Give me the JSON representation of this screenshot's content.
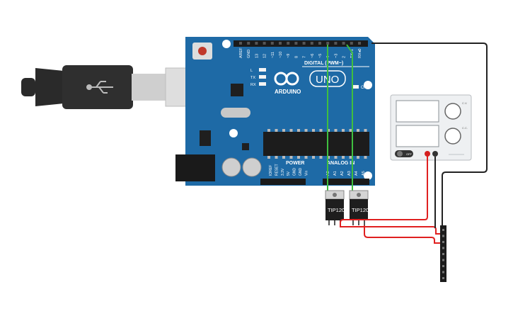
{
  "arduino": {
    "board_color": "#1e6aa6",
    "brand": "ARDUINO",
    "model": "UNO",
    "digital_header_label": "DIGITAL (PWM~)",
    "power_label": "POWER",
    "analog_label": "ANALOG IN",
    "on_led_label": "ON",
    "led_labels": [
      "L",
      "TX",
      "RX"
    ],
    "digital_pins": [
      "AREF",
      "GND",
      "13",
      "12",
      "~11",
      "~10",
      "~9",
      "8",
      "7",
      "~6",
      "~5",
      "4",
      "~3",
      "2",
      "TX▸1",
      "RX◂0"
    ],
    "power_pins": [
      "IOREF",
      "RESET",
      "3.3V",
      "5V",
      "GND",
      "GND",
      "Vin"
    ],
    "analog_pins": [
      "A0",
      "A1",
      "A2",
      "A3",
      "A4",
      "A5"
    ]
  },
  "usb_cable": {
    "icon": "usb-icon"
  },
  "transistors": [
    {
      "label": "TIP120"
    },
    {
      "label": "TIP120"
    }
  ],
  "power_supply": {
    "switch_label": "OFF",
    "knob_labels": [
      "C.V.",
      "C.C."
    ]
  },
  "wire_colors": {
    "signal": "#3fbf3f",
    "power": "#e02020",
    "ground": "#222222"
  }
}
